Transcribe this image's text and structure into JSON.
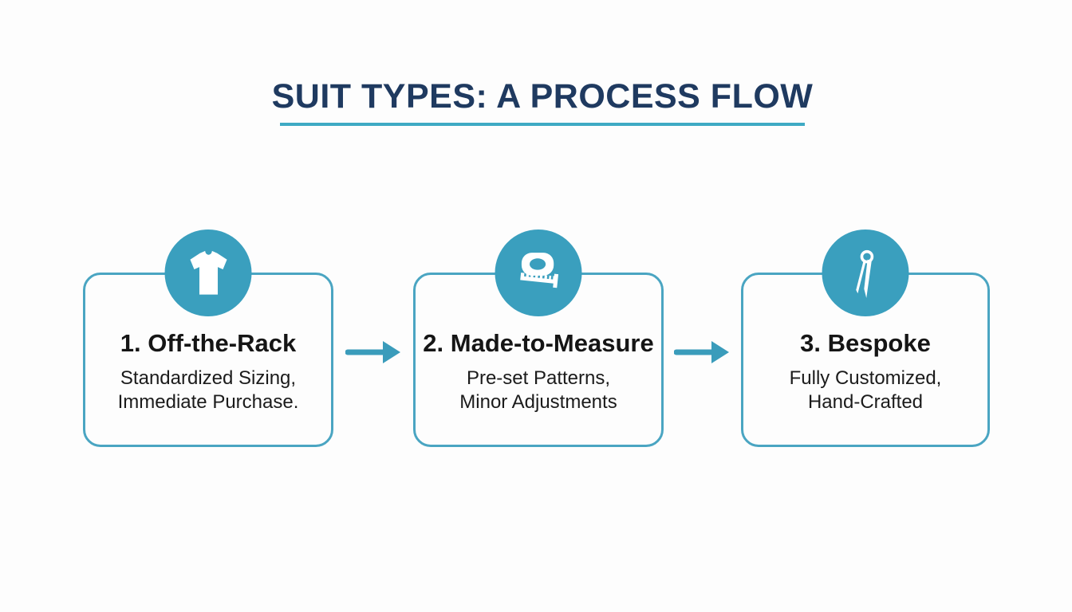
{
  "page": {
    "title": "SUIT TYPES: A PROCESS FLOW"
  },
  "colors": {
    "title_navy": "#1f3a60",
    "underline_teal": "#3eaac4",
    "circle_teal": "#3a9fbe",
    "card_border_teal": "#4aa5c2",
    "arrow_teal": "#3a9cbb",
    "text_black": "#1b1b1b",
    "background": "#fdfdfd"
  },
  "steps": [
    {
      "icon": "tshirt-icon",
      "title": "1. Off-the-Rack",
      "desc": [
        "Standardized Sizing,",
        "Immediate Purchase."
      ]
    },
    {
      "icon": "measuring-tape-icon",
      "title": "2. Made-to-Measure",
      "desc": [
        "Pre-set Patterns,",
        "Minor Adjustments"
      ]
    },
    {
      "icon": "needle-icon",
      "title": "3. Bespoke",
      "desc": [
        "Fully Customized,",
        "Hand-Crafted"
      ]
    }
  ],
  "connectors": [
    {
      "icon": "right-arrow-icon"
    },
    {
      "icon": "right-arrow-icon"
    }
  ]
}
